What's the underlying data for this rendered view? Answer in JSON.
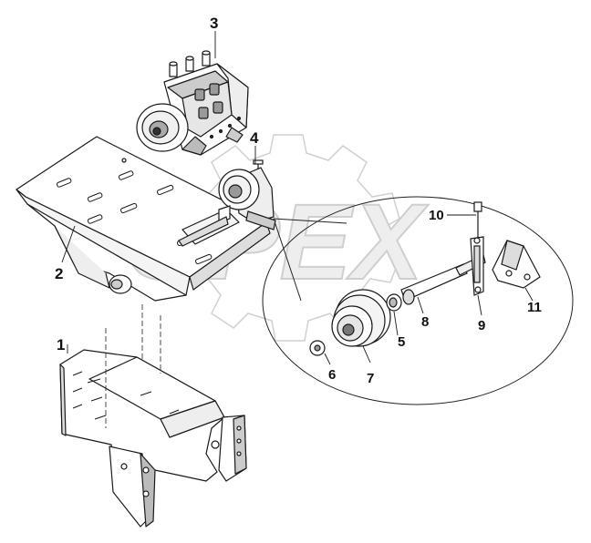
{
  "watermark": {
    "text": "OPEX",
    "color": "#d9d9d9"
  },
  "corner_mark": "",
  "callouts": [
    {
      "id": "1",
      "label": "1"
    },
    {
      "id": "2",
      "label": "2"
    },
    {
      "id": "3",
      "label": "3"
    },
    {
      "id": "4",
      "label": "4"
    },
    {
      "id": "5",
      "label": "5"
    },
    {
      "id": "6",
      "label": "6"
    },
    {
      "id": "7",
      "label": "7"
    },
    {
      "id": "8",
      "label": "8"
    },
    {
      "id": "9",
      "label": "9"
    },
    {
      "id": "10",
      "label": "10"
    },
    {
      "id": "11",
      "label": "11"
    }
  ],
  "colors": {
    "line": "#1a1a1a",
    "fill": "#ffffff",
    "shade": "#9a9a9a",
    "watermark_fill": "#e6e6e6"
  }
}
